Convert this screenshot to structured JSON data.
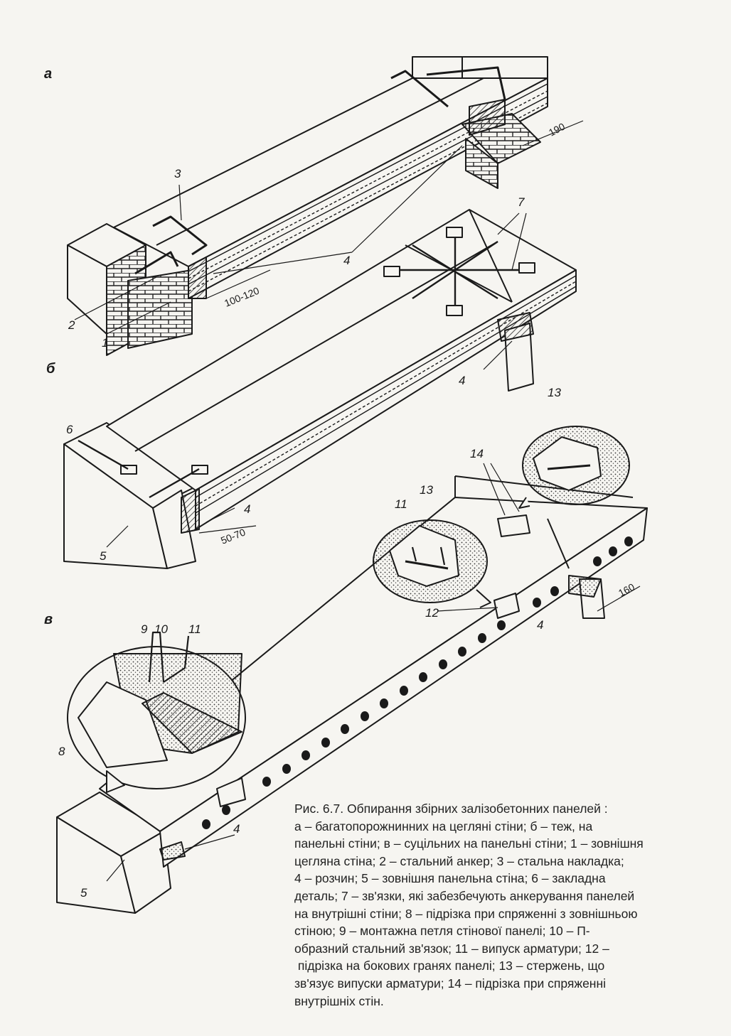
{
  "sections": {
    "a": "а",
    "b": "б",
    "v": "в"
  },
  "labels": {
    "l1": "1",
    "l2": "2",
    "l3": "3",
    "l4a": "4",
    "l4b": "4",
    "l4c": "4",
    "l4d": "4",
    "l4e": "4",
    "l5a": "5",
    "l5b": "5",
    "l6": "6",
    "l7": "7",
    "l8": "8",
    "l9": "9",
    "l10": "10",
    "l11a": "11",
    "l11b": "11",
    "l12": "12",
    "l13a": "13",
    "l13b": "13",
    "l14": "14"
  },
  "dimensions": {
    "d190": "190",
    "d100_120": "100-120",
    "d50_70": "50-70",
    "d160": "160"
  },
  "caption": {
    "line1": "Рис. 6.7. Обпирання збірних залізобетонних панелей :",
    "line2": "а –  багатопорожнинних на цегляні стіни; б – теж, на",
    "line3": "панельні стіни; в – суцільних на панельні стіни; 1 – зовнішня",
    "line4": "цегляна стіна; 2 – стальний анкер; 3 – стальна накладка;",
    "line5": "4 – розчин; 5 – зовнішня панельна стіна; 6 – закладна",
    "line6": "деталь; 7 – зв'язки, які забезбечують анкерування панелей",
    "line7": "на внутрішні стіни; 8 – підрізка при спряженні з зовнішньою",
    "line8": "стіною; 9 – монтажна петля стінової панелі; 10 – П-",
    "line9": "образний стальний зв'язок; 11 – випуск арматури; 12 –",
    "line10": " підрізка на бокових гранях панелі; 13 – стержень, що",
    "line11": "зв'язує випуски арматури; 14 – підрізка при спряженні",
    "line12": "внутрішніх стін."
  }
}
